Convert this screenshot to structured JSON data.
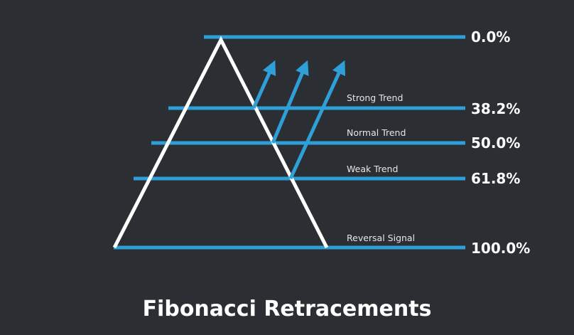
{
  "title": "Fibonacci Retracements",
  "colors": {
    "background": "#2b2e33",
    "levels": "#2f9fd8",
    "triangle": "#ffffff",
    "text": "#ffffff"
  },
  "levels": [
    {
      "label": "0.0%",
      "zone": ""
    },
    {
      "label": "38.2%",
      "zone": "Strong Trend"
    },
    {
      "label": "50.0%",
      "zone": "Normal Trend"
    },
    {
      "label": "61.8%",
      "zone": "Weak Trend"
    },
    {
      "label": "100.0%",
      "zone": "Reversal Signal"
    }
  ],
  "arrows": [
    {
      "icon": "arrow-up-right-icon"
    },
    {
      "icon": "arrow-up-right-icon"
    },
    {
      "icon": "arrow-up-right-icon"
    }
  ]
}
